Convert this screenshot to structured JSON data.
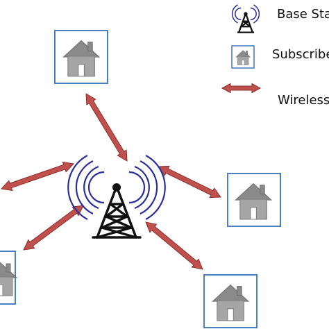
{
  "legend": {
    "items": [
      {
        "label": "Base Stat",
        "icon": "tower-icon"
      },
      {
        "label": "Subscribe",
        "icon": "house-icon"
      },
      {
        "label": "Wireless",
        "icon": "double-arrow-icon"
      }
    ]
  },
  "colors": {
    "frame": "#4a7fc0",
    "house_body": "#a5a5a5",
    "house_roof": "#8a8a8a",
    "house_door": "#ffffff",
    "link": "#c0504d",
    "link_outline": "#8c2f2c",
    "tower": "#111111",
    "waves": "#2a2f9a"
  }
}
